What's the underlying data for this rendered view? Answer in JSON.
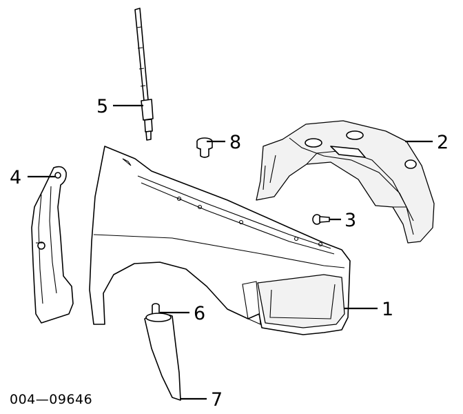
{
  "diagram": {
    "code": "004—09646",
    "callouts": [
      {
        "id": "1",
        "label": "1"
      },
      {
        "id": "2",
        "label": "2"
      },
      {
        "id": "3",
        "label": "3"
      },
      {
        "id": "4",
        "label": "4"
      },
      {
        "id": "5",
        "label": "5"
      },
      {
        "id": "6",
        "label": "6"
      },
      {
        "id": "7",
        "label": "7"
      },
      {
        "id": "8",
        "label": "8"
      }
    ]
  }
}
